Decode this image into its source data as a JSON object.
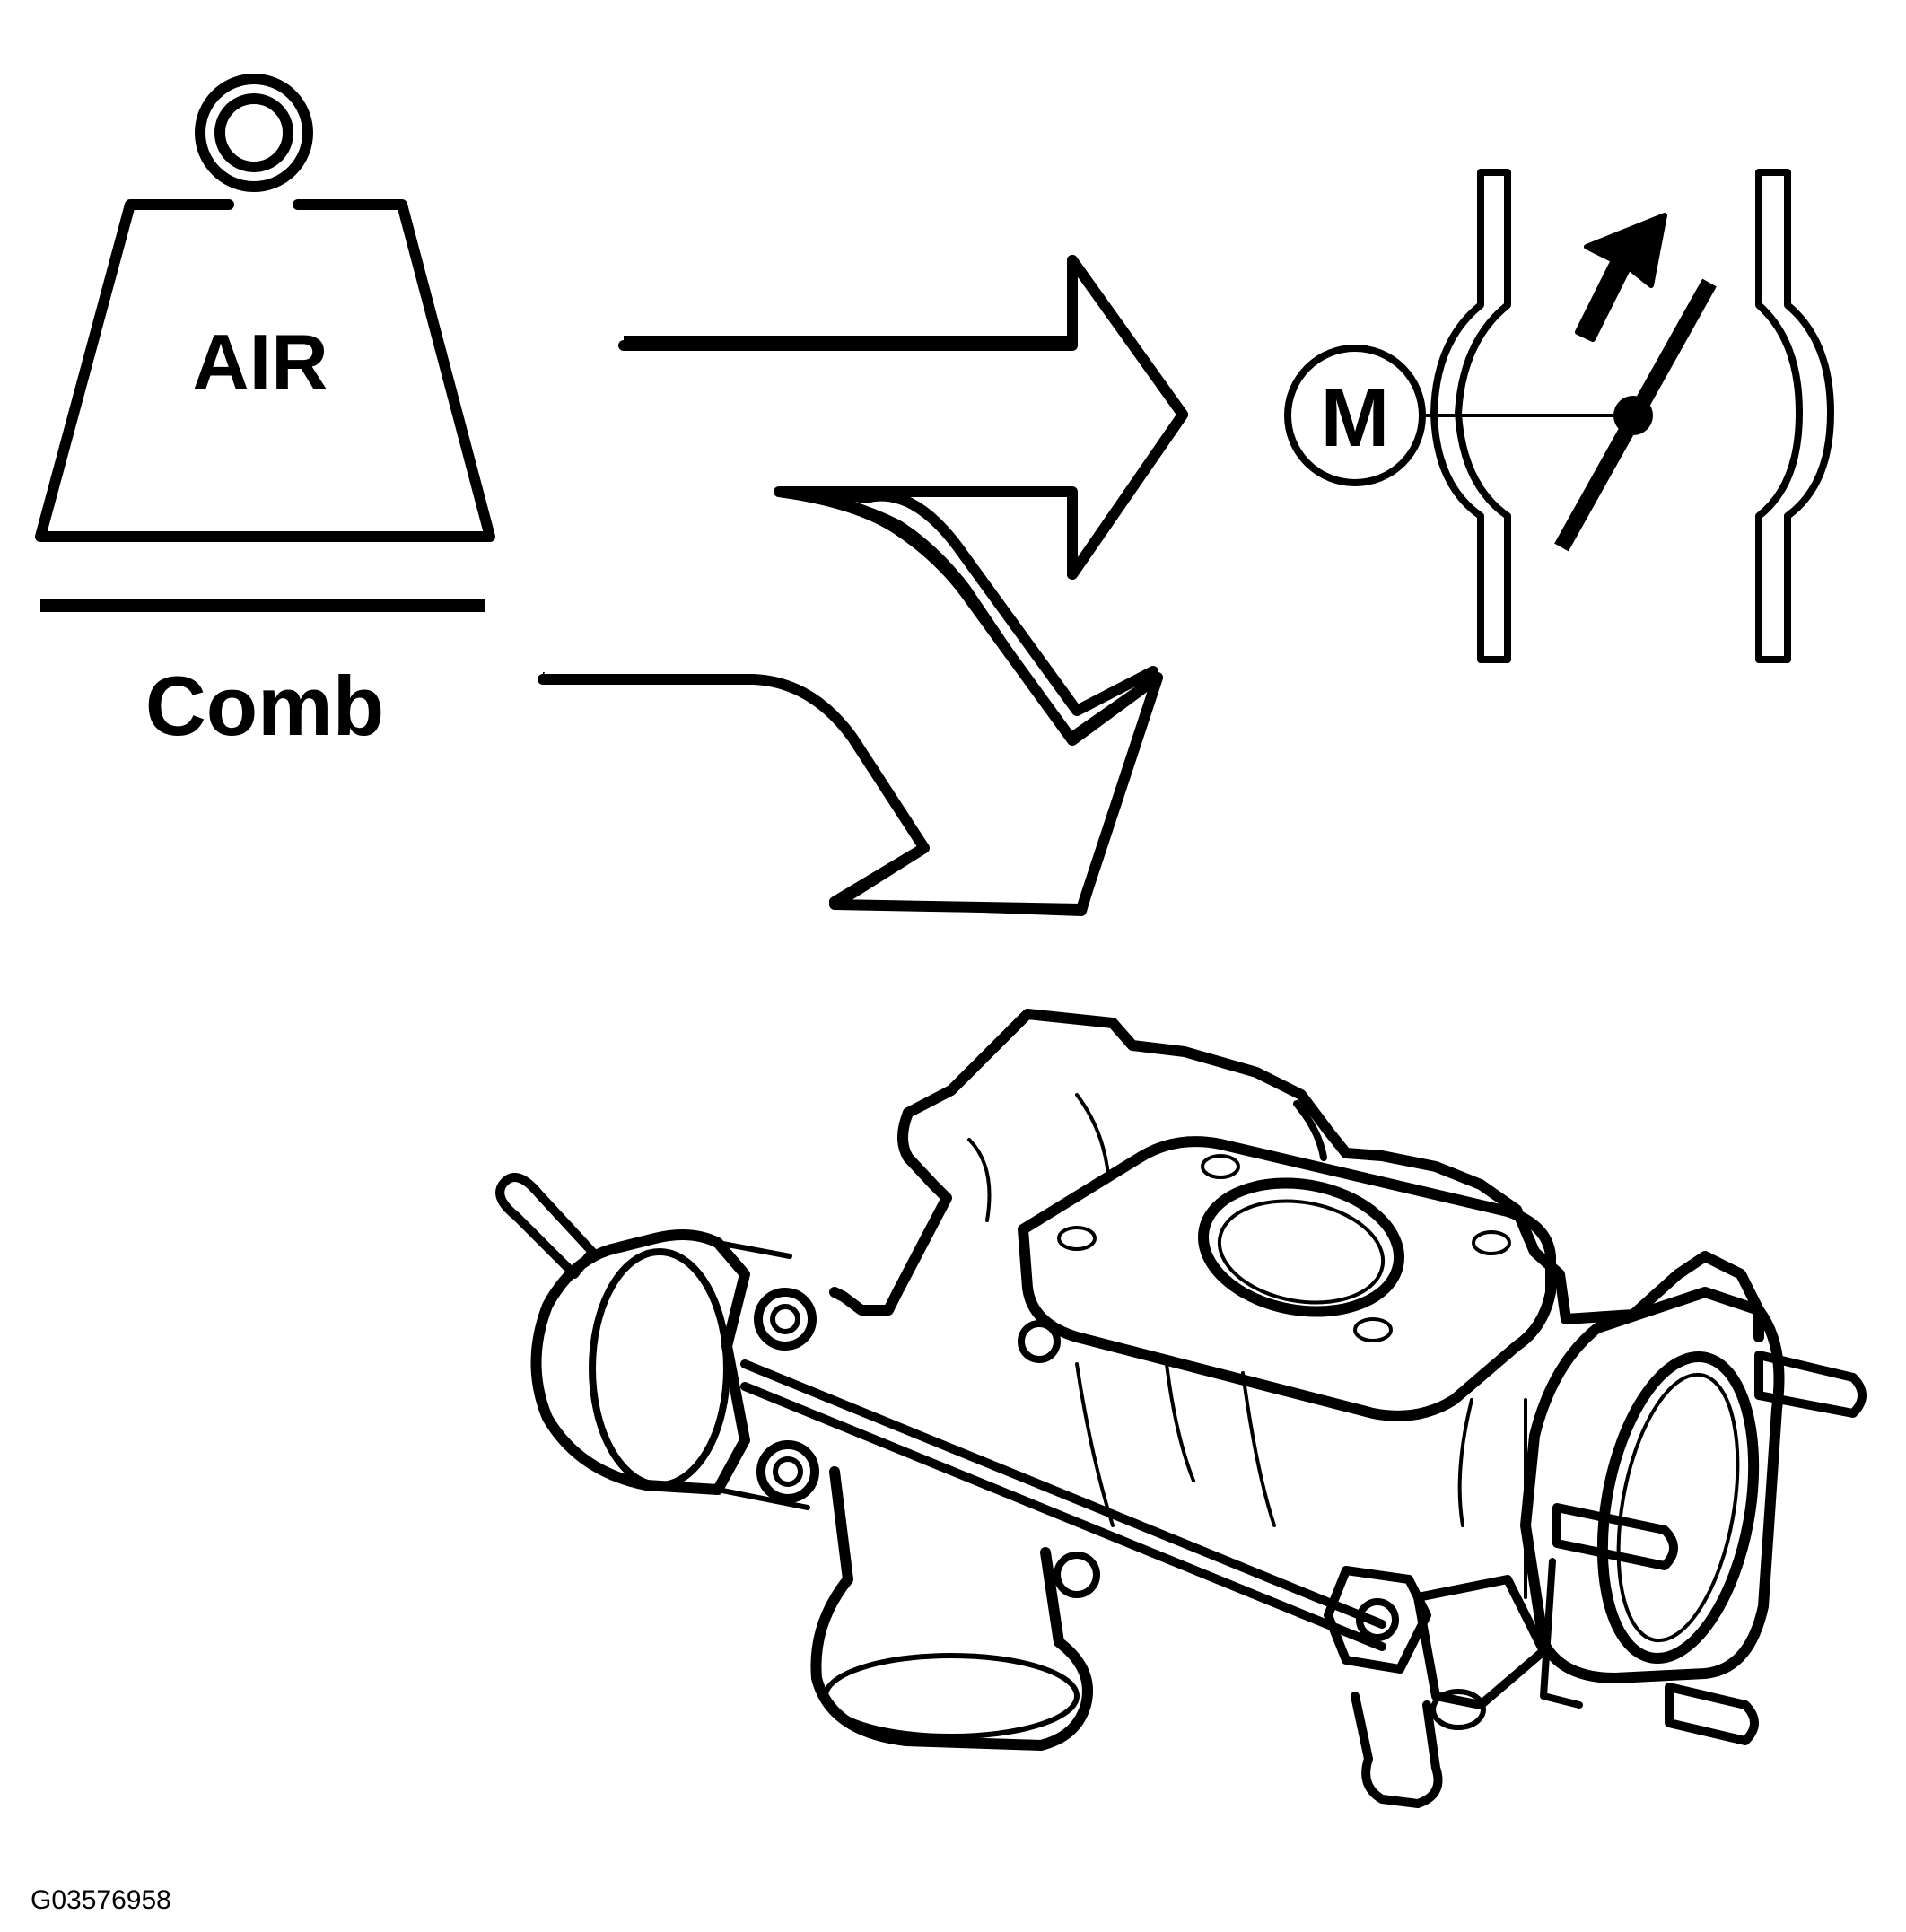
{
  "weight": {
    "label": "AIR"
  },
  "divider_label": "Comb",
  "motor": {
    "label": "M"
  },
  "figure_id": "G03576958",
  "components": {
    "weight_icon": "air-weight-icon",
    "flow_arrows": [
      "flow-arrow-top",
      "flow-arrow-middle",
      "flow-arrow-bottom"
    ],
    "throttle_symbol": "throttle-valve-symbol",
    "motor_symbol": "motor-icon",
    "throttle_body": "throttle-body-illustration"
  },
  "colors": {
    "line": "#000000",
    "background": "#ffffff"
  }
}
